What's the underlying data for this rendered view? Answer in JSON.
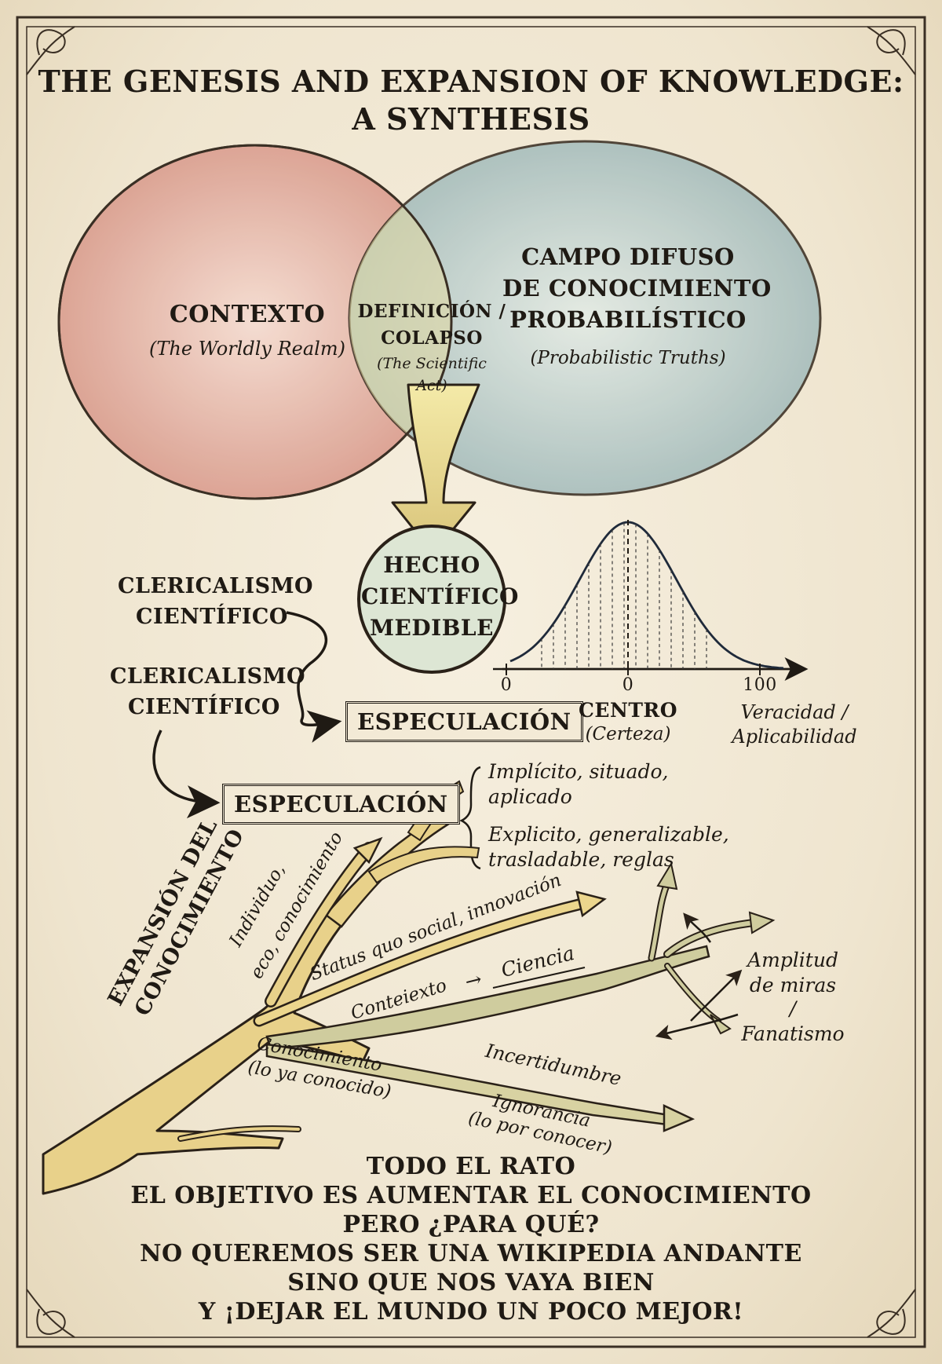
{
  "title": {
    "line1": "THE GENESIS AND EXPANSION OF KNOWLEDGE:",
    "line2": "A SYNTHESIS"
  },
  "venn": {
    "left": {
      "label": "CONTEXTO",
      "subtitle": "(The Worldly Realm)"
    },
    "intersection": {
      "line1": "DEFINICIÓN /",
      "line2": "COLAPSO",
      "sub1": "(The Scientific",
      "sub2": "Act)"
    },
    "right": {
      "line1": "CAMPO DIFUSO",
      "line2": "DE CONOCIMIENTO",
      "line3": "PROBABILÍSTICO",
      "subtitle": "(Probabilistic Truths)"
    },
    "colors": {
      "left": "#e7b9ab",
      "right": "#bdd0cc",
      "intersection": "#dcdcae"
    }
  },
  "fact_circle": {
    "line1": "HECHO",
    "line2": "CIENTÍFICO",
    "line3": "MEDIBLE"
  },
  "clericalism": [
    {
      "line1": "CLERICALISMO",
      "line2": "CIENTÍFICO"
    },
    {
      "line1": "CLERICALISMO",
      "line2": "CIENTÍFICO"
    }
  ],
  "speculation": [
    "ESPECULACIÓN",
    "ESPECULACIÓN"
  ],
  "bell_curve": {
    "tick_left": "0",
    "tick_center": "0",
    "tick_right": "100",
    "center_label": "CENTRO",
    "center_sub": "(Certeza)",
    "axis_label1": "Veracidad /",
    "axis_label2": "Aplicabilidad"
  },
  "knowledge_types": {
    "implicit1": "Implícito, situado,",
    "implicit2": "aplicado",
    "explicit1": "Explicito, generalizable,",
    "explicit2": "trasladable, reglas"
  },
  "tree": {
    "side_title1": "EXPANSIÓN DEL",
    "side_title2": "CONOCIMIENTO",
    "individuo1": "Individuo,",
    "individuo2": "eco, conocimiento",
    "status_quo": "Status quo social, innovación",
    "conteiexto": "Conteiexto",
    "arrow_glyph": "→",
    "ciencia": "Ciencia",
    "conocimiento1": "Conocimiento",
    "conocimiento2": "(lo ya conocido)",
    "incertidumbre": "Incertidumbre",
    "ignorancia1": "Ignorancia",
    "ignorancia2": "(lo por conocer)",
    "amplitud1": "Amplitud",
    "amplitud2": "de miras",
    "slash": "/",
    "fanatismo": "Fanatismo",
    "colors": {
      "trunk": "#e7cf86",
      "branch_green": "#c8c79a",
      "ink": "#2a2118"
    }
  },
  "conclusion": [
    "TODO EL RATO",
    "EL OBJETIVO ES AUMENTAR EL CONOCIMIENTO",
    "PERO ¿PARA QUÉ?",
    "NO QUEREMOS SER UNA WIKIPEDIA ANDANTE",
    "SINO QUE NOS VAYA BIEN",
    "Y ¡DEJAR EL MUNDO UN POCO MEJOR!"
  ]
}
